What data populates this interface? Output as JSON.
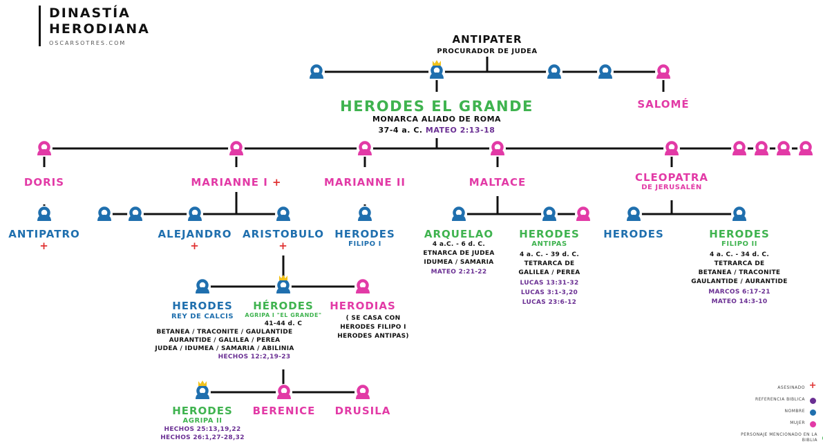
{
  "brand": {
    "title_line1": "DINASTÍA",
    "title_line2": "HERODIANA",
    "site": "OSCARSOTRES.COM"
  },
  "colors": {
    "name": "#1f6fae",
    "woman": "#e23aa6",
    "biblical_mention": "#3fb34f",
    "reference": "#6a2f93",
    "murdered": "#e03131",
    "line": "#111111"
  },
  "people": {
    "antipater": {
      "name": "ANTIPATER",
      "sub": "PROCURADOR DE JUDEA"
    },
    "herodes_grande": {
      "name": "HERODES EL GRANDE",
      "sub": "MONARCA ALIADO DE ROMA",
      "dates": "37-4 a. C.",
      "ref": "MATEO 2:13-18"
    },
    "salome": {
      "name": "SALOMÉ"
    },
    "doris": {
      "name": "DORIS"
    },
    "marianne1": {
      "name": "MARIANNE I",
      "mark": "+"
    },
    "marianne2": {
      "name": "MARIANNE II"
    },
    "maltace": {
      "name": "MALTACE"
    },
    "cleopatra": {
      "name": "CLEOPATRA",
      "sub": "DE JERUSALÉN"
    },
    "antipatro": {
      "name": "ANTIPATRO",
      "mark": "+"
    },
    "alejandro": {
      "name": "ALEJANDRO",
      "mark": "+"
    },
    "aristobulo": {
      "name": "ARISTOBULO",
      "mark": "+"
    },
    "herodes_filipo1": {
      "name": "HERODES",
      "sub": "FILIPO I"
    },
    "arquelao": {
      "name": "ARQUELAO",
      "details": [
        "4 a.C. - 6 d. C.",
        "ETNARCA DE JUDEA",
        "IDUMEA / SAMARIA"
      ],
      "refs": [
        "MATEO 2:21-22"
      ]
    },
    "herodes_antipas": {
      "name": "HERODES",
      "sub": "ANTIPAS",
      "details": [
        "4 a. C. - 39 d. C.",
        "TETRARCA DE",
        "GALILEA / PEREA"
      ],
      "refs": [
        "LUCAS 13:31-32",
        "LUCAS 3:1-3,20",
        "LUCAS 23:6-12"
      ]
    },
    "herodes_cleo": {
      "name": "HERODES"
    },
    "herodes_filipo2": {
      "name": "HERODES",
      "sub": "FILIPO II",
      "details": [
        "4 a. C. - 34 d. C.",
        "TETRARCA DE",
        "BETANEA / TRACONITE",
        "GAULANTIDE / AURANTIDE"
      ],
      "refs": [
        "MARCOS 6:17-21",
        "MATEO 14:3-10"
      ]
    },
    "herodes_calcis": {
      "name": "HERODES",
      "sub": "REY DE CALCIS"
    },
    "herodes_agripa1": {
      "name": "HÉRODES",
      "sub": "AGRIPA I \"EL GRANDE\"",
      "details": [
        "41-44 d. C",
        "BETANEA / TRACONITE / GAULANTIDE",
        "AURANTIDE / GALILEA / PEREA",
        "JUDEA / IDUMEA / SAMARIA / ABILINIA"
      ],
      "refs": [
        "HECHOS 12:2,19-23"
      ]
    },
    "herodias": {
      "name": "HERODIAS",
      "details": [
        "( SE CASA CON",
        "HERODES FILIPO I",
        "HERODES ANTIPAS)"
      ]
    },
    "herodes_agripa2": {
      "name": "HERODES",
      "sub": "AGRIPA II",
      "refs": [
        "HECHOS 25:13,19,22",
        "HECHOS 26:1,27-28,32"
      ]
    },
    "berenice": {
      "name": "BERENICE"
    },
    "drusila": {
      "name": "DRUSILA"
    }
  },
  "legend": [
    {
      "label": "ASESINADO",
      "symbol": "+",
      "color": "#e03131"
    },
    {
      "label": "REFERENCIA BIBLICA",
      "color": "#6a2f93"
    },
    {
      "label": "NOMBRE",
      "color": "#1f6fae"
    },
    {
      "label": "MUJER",
      "color": "#e23aa6"
    },
    {
      "label": "PERSONAJE MENCIONADO EN LA BIBLIA",
      "color": "#3fb34f"
    }
  ]
}
